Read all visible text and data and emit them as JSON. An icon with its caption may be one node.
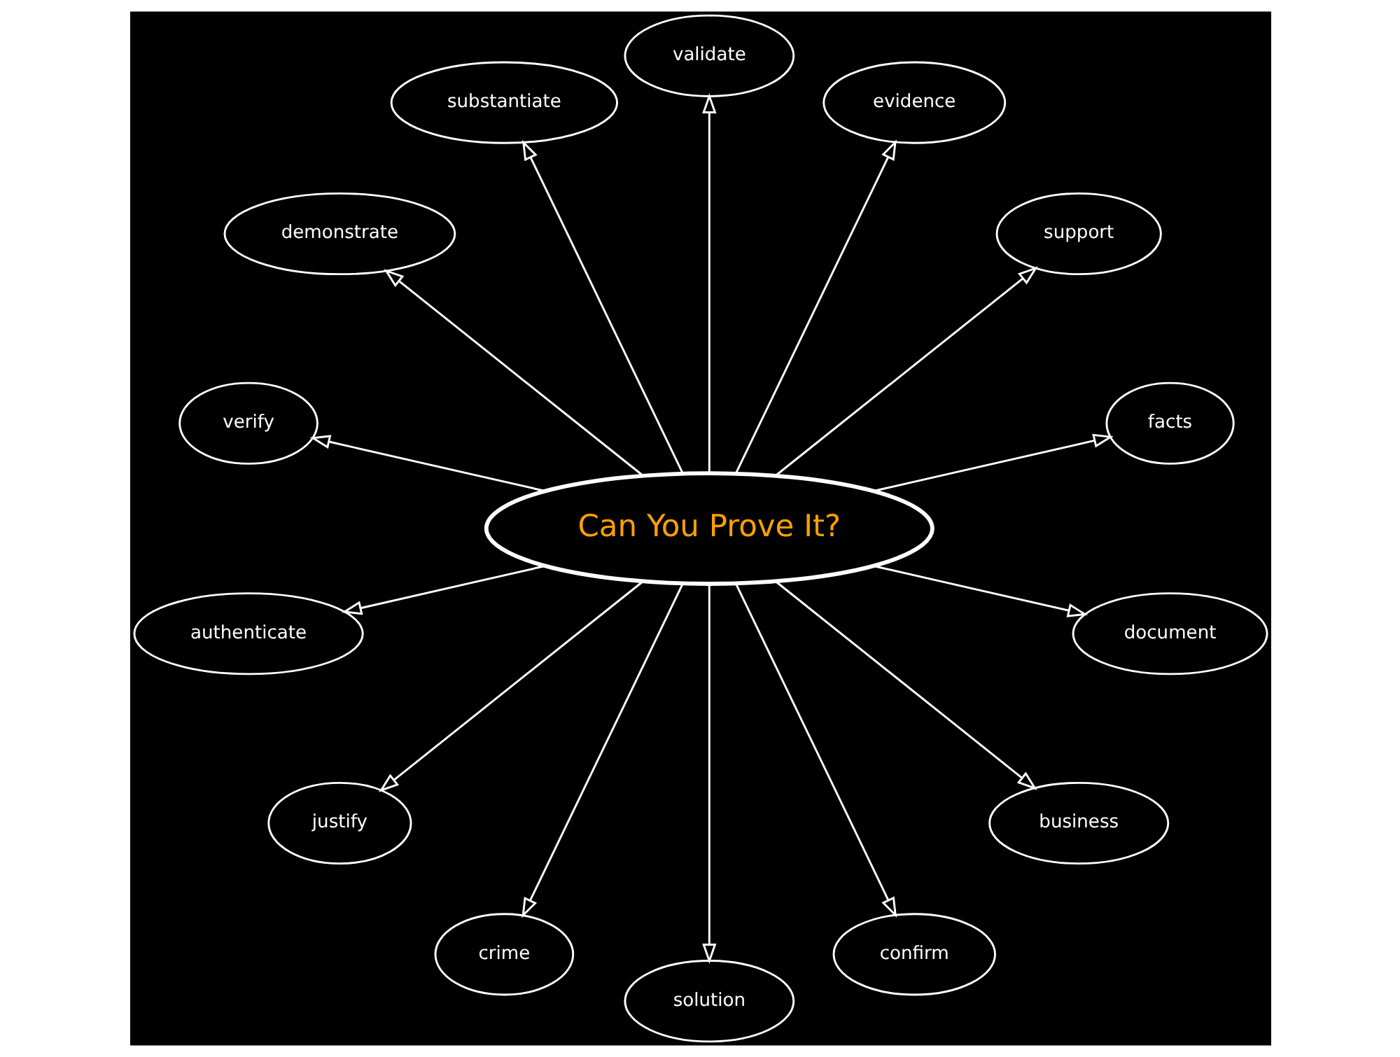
{
  "diagram": {
    "nodes": [
      {
        "text": [
          "Can You Prove It?"
        ]
      },
      {
        "text": [
          "facts"
        ]
      },
      {
        "text": [
          "support"
        ]
      },
      {
        "text": [
          "evidence"
        ]
      },
      {
        "text": [
          "validate"
        ]
      },
      {
        "text": [
          "substantiate"
        ]
      },
      {
        "text": [
          "demonstrate"
        ]
      },
      {
        "text": [
          "verify"
        ]
      },
      {
        "text": [
          "authenticate"
        ]
      },
      {
        "text": [
          "justify"
        ]
      },
      {
        "text": [
          "crime"
        ]
      },
      {
        "text": [
          "solution"
        ]
      },
      {
        "text": [
          "confirm"
        ]
      },
      {
        "text": [
          "business"
        ]
      },
      {
        "text": [
          "document"
        ]
      }
    ],
    "edges": [
      {
        "from": 0,
        "to": 1,
        "arrow": "to"
      },
      {
        "from": 0,
        "to": 2,
        "arrow": "to"
      },
      {
        "from": 0,
        "to": 3,
        "arrow": "to"
      },
      {
        "from": 0,
        "to": 4,
        "arrow": "to"
      },
      {
        "from": 0,
        "to": 5,
        "arrow": "to"
      },
      {
        "from": 0,
        "to": 6,
        "arrow": "to"
      },
      {
        "from": 0,
        "to": 7,
        "arrow": "to"
      },
      {
        "from": 0,
        "to": 8,
        "arrow": "to"
      },
      {
        "from": 0,
        "to": 9,
        "arrow": "to"
      },
      {
        "from": 0,
        "to": 10,
        "arrow": "to"
      },
      {
        "from": 0,
        "to": 11,
        "arrow": "to"
      },
      {
        "from": 0,
        "to": 12,
        "arrow": "to"
      },
      {
        "from": 0,
        "to": 13,
        "arrow": "to"
      },
      {
        "from": 0,
        "to": 14,
        "arrow": "to"
      }
    ]
  }
}
